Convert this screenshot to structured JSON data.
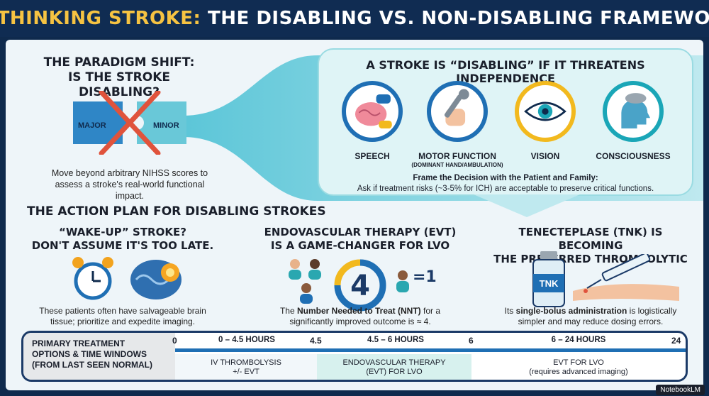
{
  "header": {
    "title_highlight": "RETHINKING STROKE:",
    "title_rest": " THE DISABLING VS. NON-DISABLING FRAMEWORK"
  },
  "paradigm": {
    "title_line1": "THE PARADIGM SHIFT:",
    "title_line2": "IS THE STROKE DISABLING?",
    "piece_left": "MAJOR",
    "piece_right": "MINOR",
    "caption": "Move beyond arbitrary NIHSS scores to assess a stroke's real-world functional impact."
  },
  "disabling": {
    "title": "A STROKE IS “DISABLING” IF IT THREATENS INDEPENDENCE",
    "items": [
      {
        "label": "SPEECH",
        "sub": "",
        "icon": "brain-speech-icon"
      },
      {
        "label": "MOTOR FUNCTION",
        "sub": "(DOMINANT HAND/AMBULATION)",
        "icon": "hand-wrench-icon"
      },
      {
        "label": "VISION",
        "sub": "",
        "icon": "eye-icon"
      },
      {
        "label": "CONSCIOUSNESS",
        "sub": "",
        "icon": "head-cloud-icon"
      }
    ],
    "frame_line1": "Frame the Decision with the Patient and Family:",
    "frame_line2": "Ask if treatment risks (~3-5% for ICH) are acceptable to preserve critical functions."
  },
  "action": {
    "title": "THE ACTION PLAN FOR DISABLING STROKES",
    "wake": {
      "title_line1": "“WAKE-UP” STROKE?",
      "title_line2": "DON'T ASSUME IT'S TOO LATE.",
      "caption": "These patients often have salvageable brain tissue; prioritize and expedite imaging."
    },
    "evt": {
      "title_line1": "ENDOVASCULAR THERAPY (EVT)",
      "title_line2": "IS A GAME-CHANGER FOR LVO",
      "number": "4",
      "equals": "=1",
      "caption_bold": "Number Needed to Treat (NNT)",
      "caption_pre": "The ",
      "caption_post": " for a significantly improved outcome is ≈ 4."
    },
    "tnk": {
      "title_line1": "TENECTEPLASE (TNK) IS BECOMING",
      "title_line2": "THE PREFERRED THROMBOLYTIC",
      "vial_label": "TNK",
      "caption_bold": "single-bolus administration",
      "caption_pre": "Its ",
      "caption_post": " is logistically simpler and may reduce dosing errors."
    }
  },
  "timeline": {
    "label_line1": "PRIMARY TREATMENT",
    "label_line2": "OPTIONS & TIME WINDOWS",
    "label_line3": "(FROM LAST SEEN NORMAL)",
    "ticks": [
      "0",
      "4.5",
      "6",
      "24"
    ],
    "segments": [
      {
        "range": "0 – 4.5 HOURS",
        "line1": "IV THROMBOLYSIS",
        "line2": "+/- EVT"
      },
      {
        "range": "4.5 – 6 HOURS",
        "line1": "ENDOVASCULAR THERAPY",
        "line2": "(EVT) FOR LVO"
      },
      {
        "range": "6 – 24 HOURS",
        "line1": "EVT FOR LVO",
        "line2": "(requires advanced imaging)"
      }
    ]
  },
  "watermark": "NotebookLM",
  "colors": {
    "accent_yellow": "#f6c342",
    "navy": "#102c52",
    "blue": "#1f6fb4",
    "teal": "#1aa6b7"
  }
}
